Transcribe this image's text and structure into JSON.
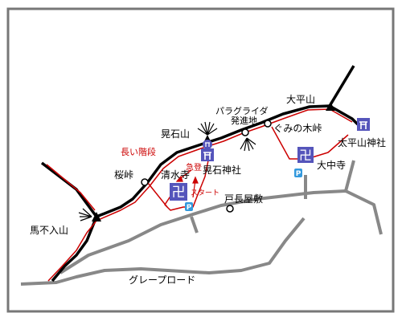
{
  "labels": {
    "taiheizan": "大平山",
    "paraglider": "パラグライダ",
    "hasshinchi": "発進地",
    "guminoki_toge": "ぐみの木峠",
    "taiheizan_jinja": "太平山神社",
    "taichuji": "大中寺",
    "koishiyama": "晃石山",
    "nagai_kaidan": "長い階段",
    "sakura_toge": "桜峠",
    "seisuiji": "清水寺",
    "koishi_jinja": "晃石神社",
    "kyuto": "急登",
    "start": "スタート",
    "tonaga_yashiki": "戸長屋敷",
    "mafuiriyama": "馬不入山",
    "grape_road": "グレープロード"
  },
  "icons": {
    "temple": "卍",
    "shrine": "⛩",
    "parking": "P"
  },
  "colors": {
    "trail": "#000000",
    "route": "#cc0000",
    "road": "#888888",
    "frame": "#777777",
    "icon_bg": "#5555bb"
  }
}
